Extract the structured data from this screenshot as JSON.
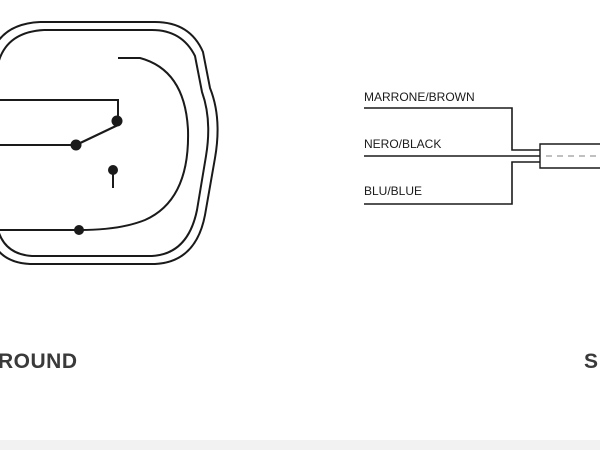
{
  "colors": {
    "line": "#1a1a1a",
    "text": "#1a1a1a",
    "title": "#3a3a3a",
    "footer": "#f2f2f2"
  },
  "wires": [
    {
      "label": "MARRONE/BROWN"
    },
    {
      "label": "NERO/BLACK"
    },
    {
      "label": "BLU/BLUE"
    }
  ],
  "titles": {
    "left": "ROUND",
    "right": "S"
  }
}
